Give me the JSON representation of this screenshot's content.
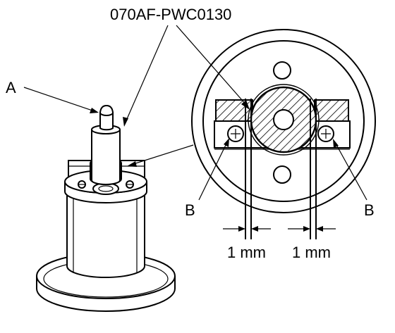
{
  "diagram": {
    "part_number": "070AF-PWC0130",
    "labels": {
      "a": "A",
      "b_left": "B",
      "b_right": "B"
    },
    "dimensions": {
      "left_gap": "1 mm",
      "right_gap": "1 mm"
    }
  },
  "colors": {
    "stroke": "#000000",
    "background": "#ffffff"
  }
}
